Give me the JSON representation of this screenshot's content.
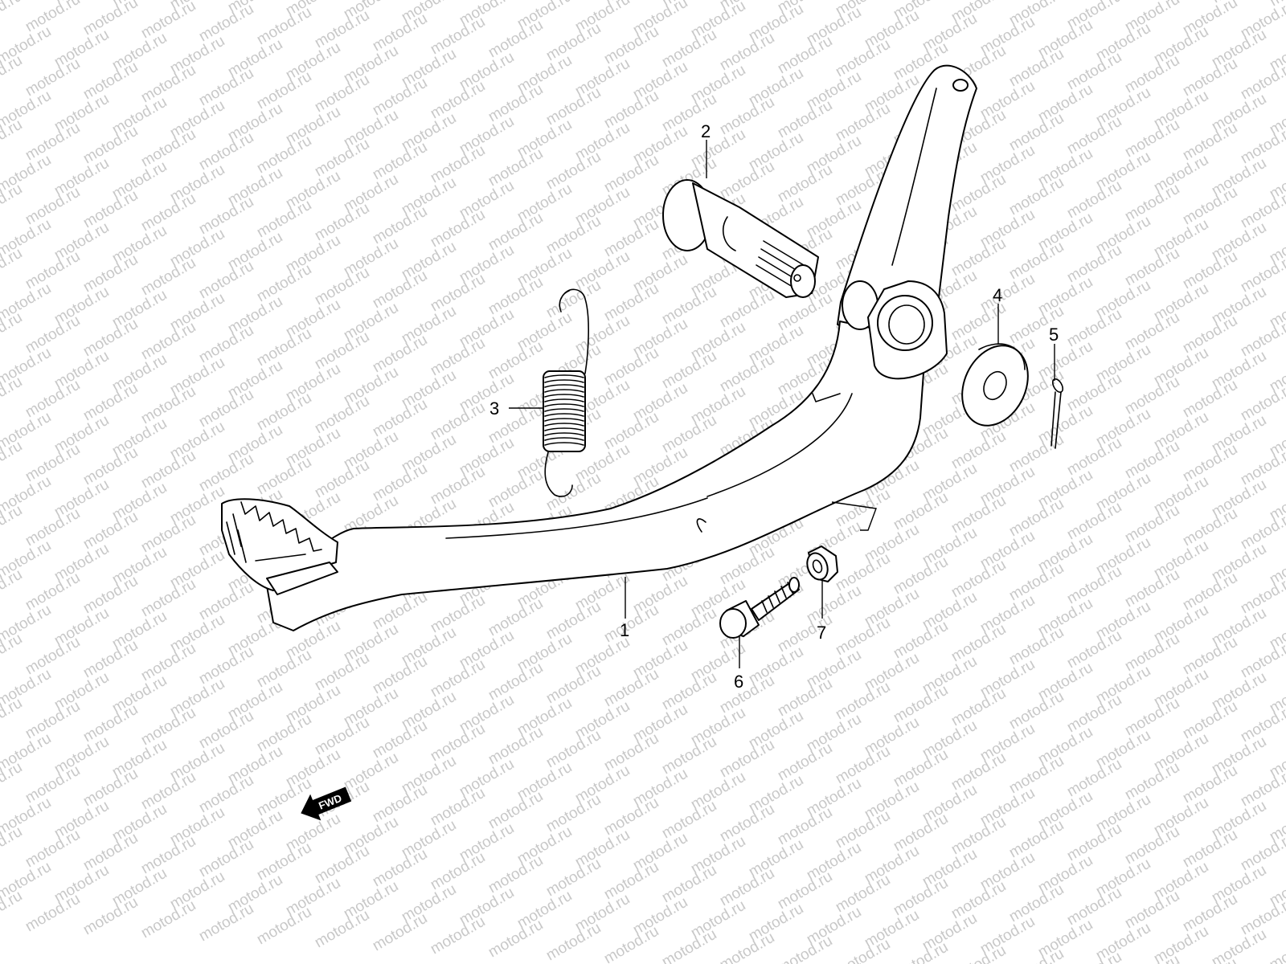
{
  "watermark": "motod.ru",
  "callouts": {
    "c1": "1",
    "c2": "2",
    "c3": "3",
    "c4": "4",
    "c5": "5",
    "c6": "6",
    "c7": "7"
  },
  "fwd_label": "FWD",
  "colors": {
    "line": "#000000",
    "watermark": "#c8c8c8",
    "background": "#ffffff"
  }
}
